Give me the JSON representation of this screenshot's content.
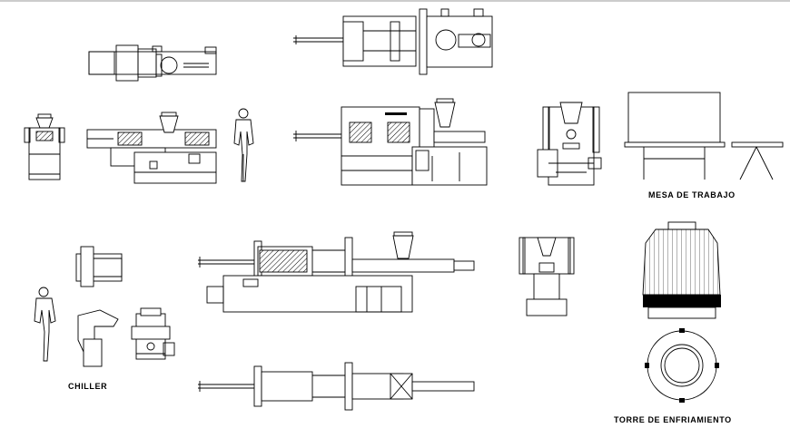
{
  "labels": {
    "mesa": "MESA DE TRABAJO",
    "chiller": "CHILLER",
    "torre": "TORRE DE ENFRIAMIENTO"
  }
}
